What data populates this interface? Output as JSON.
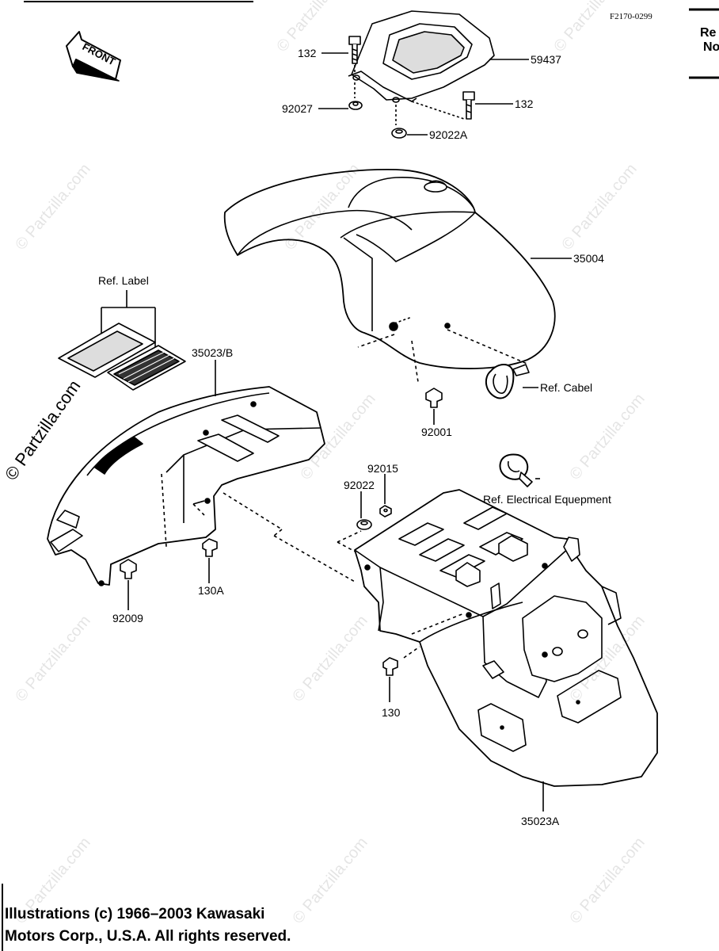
{
  "diagram_code": "F2170-0299",
  "corner_text": [
    "Re",
    "No"
  ],
  "front_arrow": "FRONT",
  "watermark": "© Partzilla.com",
  "parts": {
    "p132_top": "132",
    "p59437": "59437",
    "p92027": "92027",
    "p132_right": "132",
    "p92022A": "92022A",
    "p35004": "35004",
    "ref_label": "Ref. Label",
    "p35023B": "35023/B",
    "ref_cabel": "Ref. Cabel",
    "p92001": "92001",
    "p92015": "92015",
    "p92022": "92022",
    "ref_electrical": "Ref. Electrical Equepment",
    "p130A": "130A",
    "p92009": "92009",
    "p130": "130",
    "p35023A": "35023A"
  },
  "footer": {
    "line1": "Illustrations (c) 1966–2003 Kawasaki",
    "line2": "Motors Corp., U.S.A.  All rights reserved."
  }
}
